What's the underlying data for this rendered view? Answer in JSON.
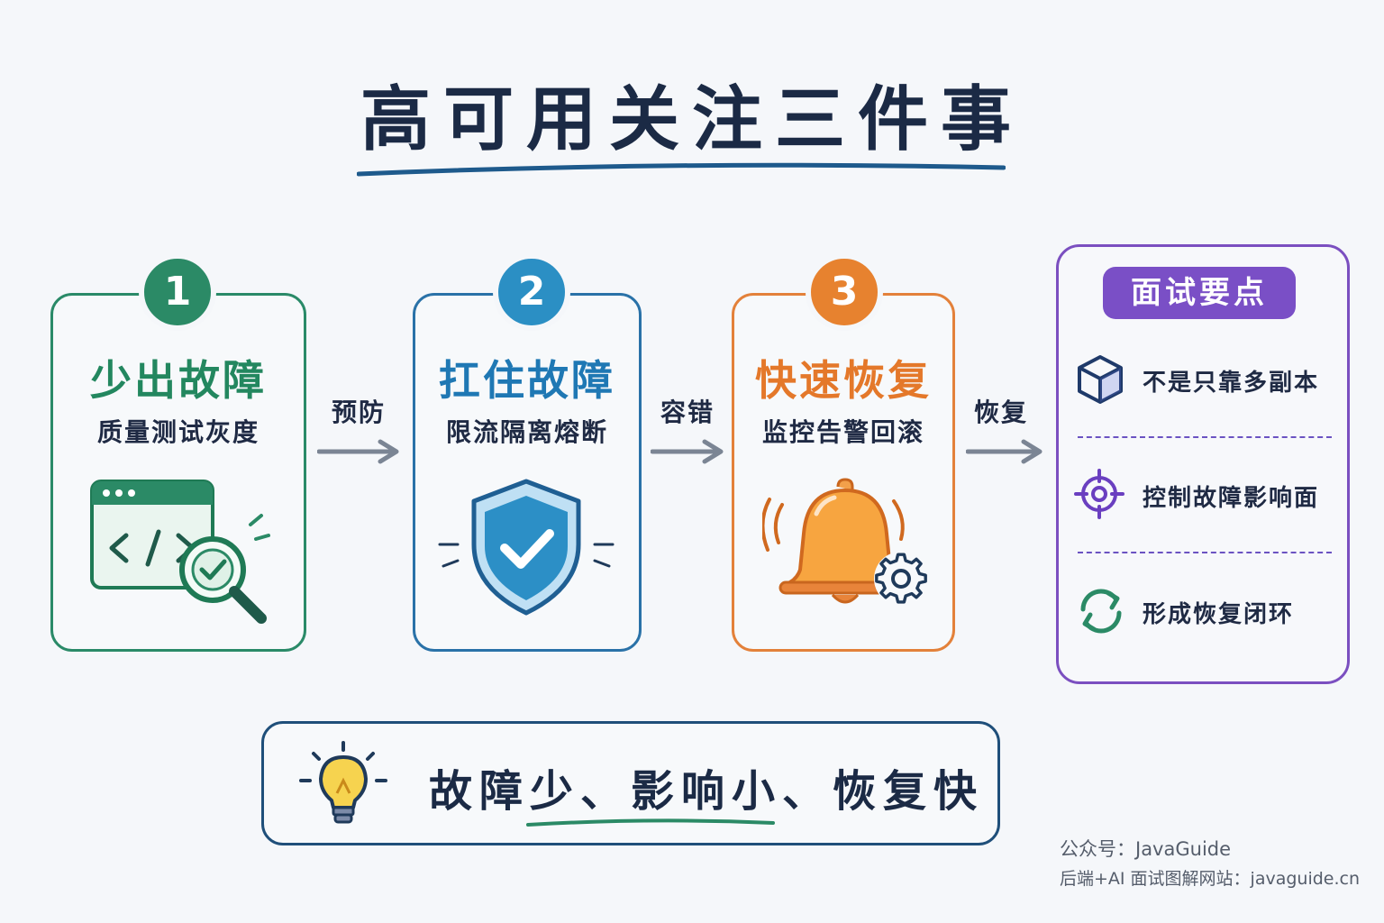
{
  "title": "高可用关注三件事",
  "steps": [
    {
      "number": "1",
      "title": "少出故障",
      "subtitle": "质量测试灰度"
    },
    {
      "number": "2",
      "title": "扛住故障",
      "subtitle": "限流隔离熔断"
    },
    {
      "number": "3",
      "title": "快速恢复",
      "subtitle": "监控告警回滚"
    }
  ],
  "arrows": [
    "预防",
    "容错",
    "恢复"
  ],
  "panel": {
    "header": "面试要点",
    "points": [
      {
        "icon": "cube-icon",
        "text": "不是只靠多副本"
      },
      {
        "icon": "target-icon",
        "text": "控制故障影响面"
      },
      {
        "icon": "refresh-cycle-icon",
        "text": "形成恢复闭环"
      }
    ]
  },
  "summary": "故障少、影响小、恢复快",
  "footer": {
    "account": "公众号：JavaGuide",
    "site": "后端+AI 面试图解网站：javaguide.cn"
  },
  "colors": {
    "step1": "#2b8a66",
    "step2": "#2b8fc4",
    "step3": "#e7822f",
    "panel": "#7a4fc6",
    "title": "#1b2a45"
  }
}
